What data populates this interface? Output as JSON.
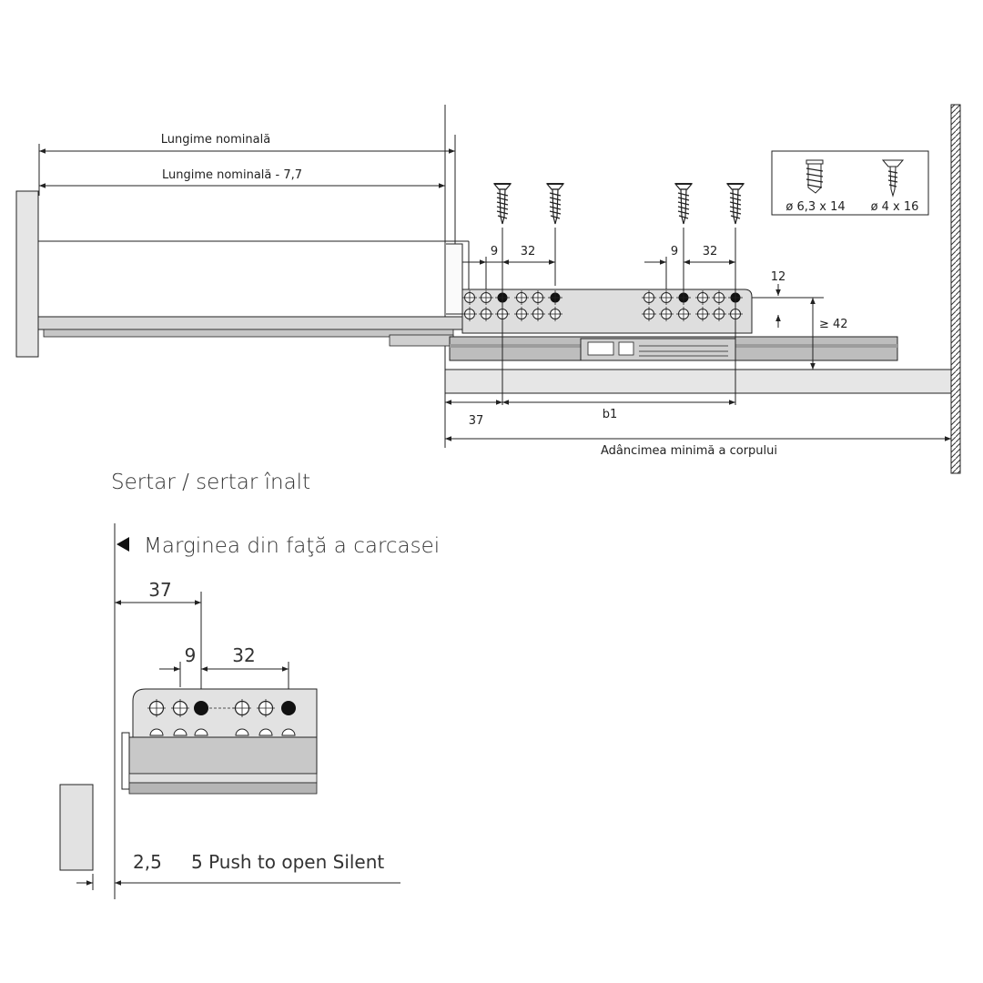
{
  "top": {
    "nominal_length": "Lungime nominală",
    "nominal_length_minus": "Lungime nominală - 7,7",
    "dim_9_left": "9",
    "dim_32_left": "32",
    "dim_9_right": "9",
    "dim_32_right": "32",
    "dim_12": "12",
    "dim_42": "≥ 42",
    "dim_37": "37",
    "dim_b1": "b1",
    "min_depth": "Adâncimea minimă a corpului",
    "screw_a": "ø 6,3 x 14",
    "screw_b": "ø 4 x 16"
  },
  "bottom": {
    "section_title": "Sertar / sertar înalt",
    "front_edge": "Marginea din faţă a carcasei",
    "dim_37": "37",
    "dim_9": "9",
    "dim_32": "32",
    "dim_25": "2,5",
    "push_label": "5 Push to open Silent"
  },
  "colors": {
    "line": "#222222",
    "panel_fill": "#e6e6e6",
    "rail_fill": "#bdbdbd",
    "hole_filled": "#111111"
  }
}
